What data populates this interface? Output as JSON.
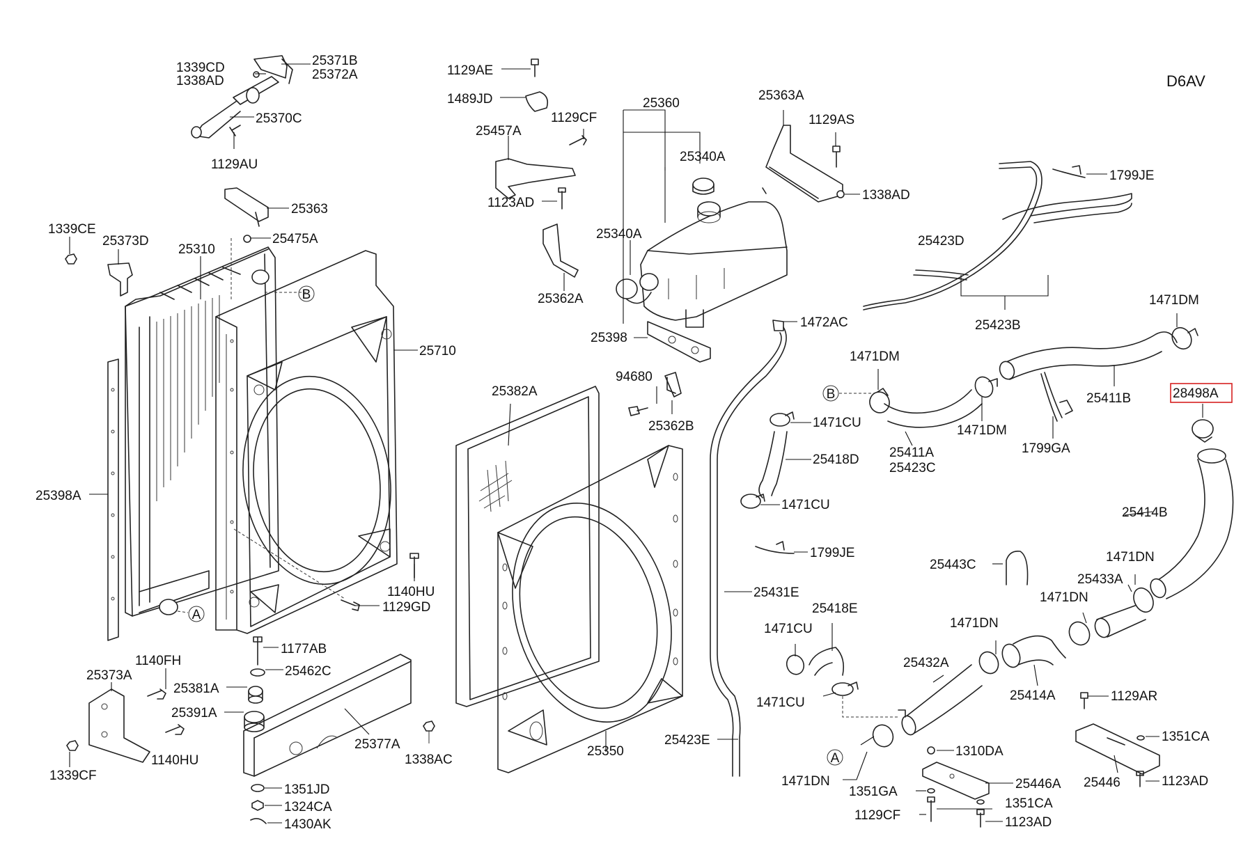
{
  "engine_code": "D6AV",
  "highlighted_part": "28498A",
  "ref_markers": [
    "A",
    "B"
  ],
  "labels": {
    "p1339CD": "1339CD",
    "p1338AD_a": "1338AD",
    "p25371B": "25371B",
    "p25372A": "25372A",
    "p25370C": "25370C",
    "p1129AU": "1129AU",
    "p25363": "25363",
    "p1339CE": "1339CE",
    "p25373D": "25373D",
    "p25475A": "25475A",
    "p25310": "25310",
    "p25710": "25710",
    "p25398A": "25398A",
    "p1140HU_a": "1140HU",
    "p1129GD": "1129GD",
    "p1177AB": "1177AB",
    "p1140FH": "1140FH",
    "p25373A": "25373A",
    "p25381A": "25381A",
    "p25462C": "25462C",
    "p25391A": "25391A",
    "p1140HU_b": "1140HU",
    "p25377A": "25377A",
    "p1338AC": "1338AC",
    "p1339CF": "1339CF",
    "p1351JD": "1351JD",
    "p1324CA": "1324CA",
    "p1430AK": "1430AK",
    "p1129AE": "1129AE",
    "p1489JD": "1489JD",
    "p1129CF_a": "1129CF",
    "p25457A": "25457A",
    "p1123AD_a": "1123AD",
    "p25360": "25360",
    "p25340A_a": "25340A",
    "p25340A_b": "25340A",
    "p25362A": "25362A",
    "p25398": "25398",
    "p1472AC": "1472AC",
    "p94680": "94680",
    "p25362B": "25362B",
    "p25382A": "25382A",
    "p25350": "25350",
    "p25363A": "25363A",
    "p1129AS": "1129AS",
    "p1338AD_b": "1338AD",
    "p1799JE_a": "1799JE",
    "p25423D": "25423D",
    "p25423B": "25423B",
    "p1471DM_a": "1471DM",
    "p1471DM_b": "1471DM",
    "p1471DM_c": "1471DM",
    "p25411B": "25411B",
    "p28498A": "28498A",
    "p25411A": "25411A",
    "p25423C": "25423C",
    "p1799GA": "1799GA",
    "p1471CU_a": "1471CU",
    "p25418D": "25418D",
    "p1471CU_b": "1471CU",
    "p1799JE_b": "1799JE",
    "p25431E": "25431E",
    "p25418E": "25418E",
    "p1471CU_c": "1471CU",
    "p1471CU_d": "1471CU",
    "p25423E": "25423E",
    "p25414B": "25414B",
    "p25443C": "25443C",
    "p1471DN_a": "1471DN",
    "p25433A": "25433A",
    "p1471DN_b": "1471DN",
    "p1471DN_c": "1471DN",
    "p25432A": "25432A",
    "p25414A": "25414A",
    "p1129AR": "1129AR",
    "p1351CA_a": "1351CA",
    "p1310DA": "1310DA",
    "p25446A": "25446A",
    "p25446": "25446",
    "p1123AD_b": "1123AD",
    "p1471DN_d": "1471DN",
    "p1351GA": "1351GA",
    "p1351CA_b": "1351CA",
    "p1129CF_b": "1129CF",
    "p1123AD_c": "1123AD"
  }
}
